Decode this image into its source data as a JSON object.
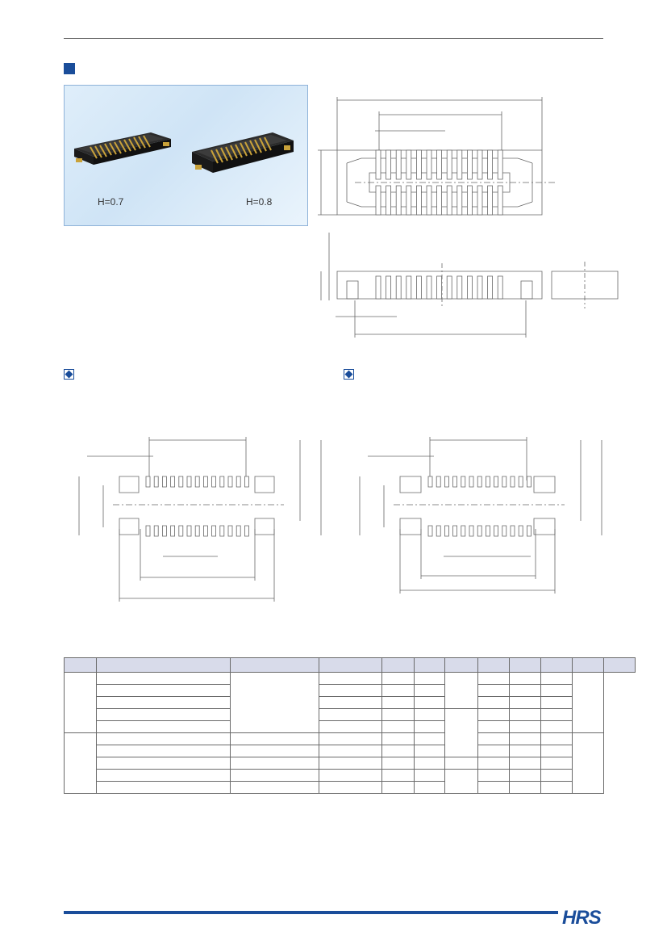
{
  "photo": {
    "label_left": "H=0.7",
    "label_right": "H=0.8"
  },
  "brand": {
    "logo_text": "HRS",
    "accent_color": "#1a4d9a"
  },
  "table": {
    "columns": 12,
    "header_fill": "#d8dbea",
    "groups": 2,
    "rows_per_group": 5
  }
}
